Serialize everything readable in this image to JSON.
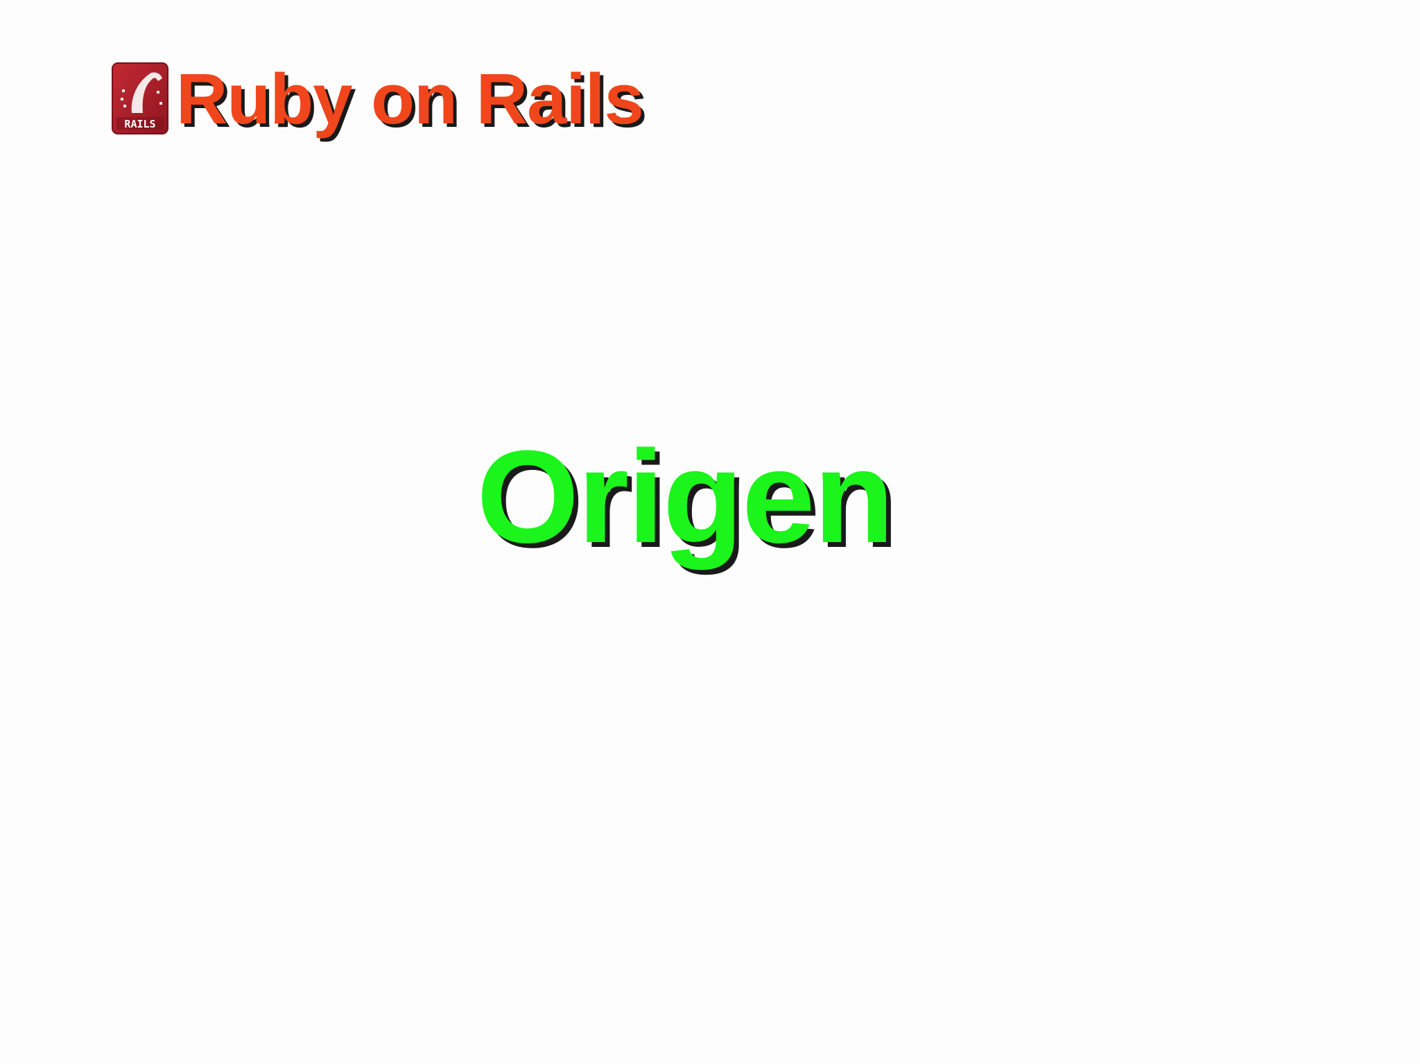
{
  "slide": {
    "header_title": "Ruby on Rails",
    "logo_text": "RAILS",
    "logo_icon": "rails-logo-icon",
    "main_word": "Origen"
  },
  "colors": {
    "title": "#f0461c",
    "main_word": "#1bf51b",
    "shadow": "#1a1a1a",
    "logo_bg": "#a81e2a",
    "background": "#fdfdfd"
  }
}
